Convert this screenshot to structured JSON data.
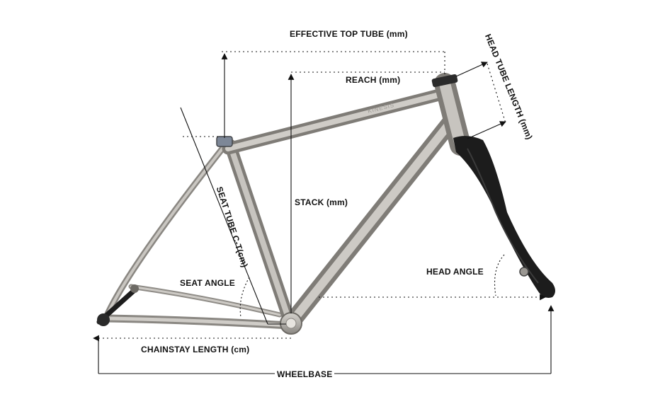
{
  "diagram": {
    "labels": {
      "effective_top_tube": "EFFECTIVE TOP TUBE (mm)",
      "head_tube_length": "HEAD TUBE LENGTH (mm)",
      "reach": "REACH (mm)",
      "stack": "STACK (mm)",
      "seat_tube": "SEAT TUBE C-T(cm)",
      "seat_angle": "SEAT ANGLE",
      "head_angle": "HEAD ANGLE",
      "chainstay_length": "CHAINSTAY LENGTH (cm)",
      "wheelbase": "WHEELBASE"
    },
    "colors": {
      "ink": "#111111",
      "titanium": "#b3b0ab",
      "titanium_dark": "#7d7a75",
      "fork": "#1c1c1c"
    },
    "frame_decal": "KINESIS"
  }
}
